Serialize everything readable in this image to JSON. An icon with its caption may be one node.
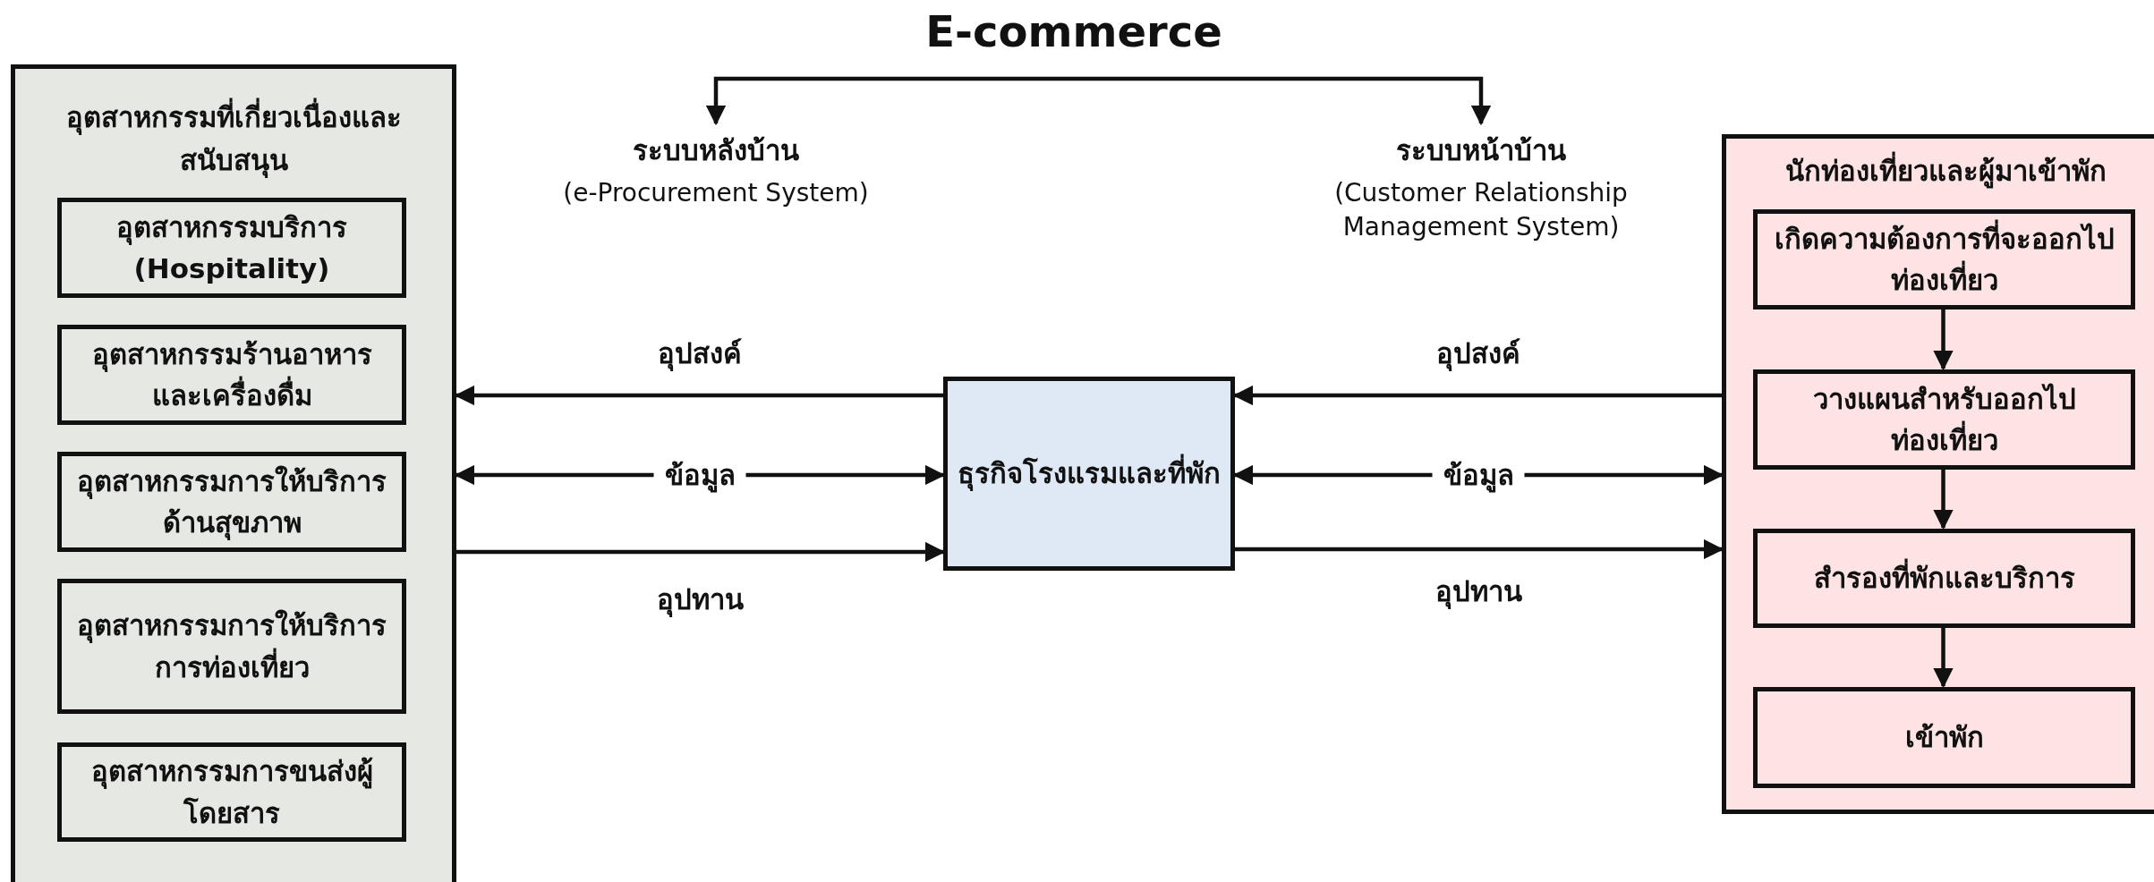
{
  "diagram": {
    "title": "E-commerce",
    "nodes": [
      {
        "text": [
          "อุตสาหกรรมที่เกี่ยวเนื่องและสนับสนุน"
        ]
      },
      {
        "text": [
          "อุตสาหกรรมบริการ (Hospitality)"
        ],
        "in": 0
      },
      {
        "text": [
          "อุตสาหกรรมร้านอาหารและเครื่องดื่ม"
        ],
        "in": 0
      },
      {
        "text": [
          "อุตสาหกรรมการให้บริการด้านสุขภาพ"
        ],
        "in": 0
      },
      {
        "text": [
          "อุตสาหกรรมการให้บริการการท่องเที่ยว"
        ],
        "in": 0
      },
      {
        "text": [
          "อุตสาหกรรมการขนส่งผู้โดยสาร"
        ],
        "in": 0
      },
      {
        "text": [
          "ระบบหลังบ้าน",
          "(e-Procurement System)"
        ]
      },
      {
        "text": [
          "ระบบหน้าบ้าน",
          "(Customer Relationship Management System)"
        ]
      },
      {
        "text": [
          "ธุรกิจโรงแรมและที่พัก"
        ]
      },
      {
        "text": [
          "นักท่องเที่ยวและผู้มาเข้าพัก"
        ]
      },
      {
        "text": [
          "เกิดความต้องการที่จะออกไปท่องเที่ยว"
        ],
        "in": 9
      },
      {
        "text": [
          "วางแผนสำหรับออกไปท่องเที่ยว"
        ],
        "in": 9
      },
      {
        "text": [
          "สำรองที่พักและบริการ"
        ],
        "in": 9
      },
      {
        "text": [
          "เข้าพัก"
        ],
        "in": 9
      }
    ],
    "edges": [
      {
        "from": 8,
        "to": 0,
        "arrow": "to",
        "label": "อุปสงค์"
      },
      {
        "from": 0,
        "to": 8,
        "arrow": "both",
        "label": "ข้อมูล"
      },
      {
        "from": 0,
        "to": 8,
        "arrow": "to",
        "label": "อุปทาน"
      },
      {
        "from": 9,
        "to": 8,
        "arrow": "to",
        "label": "อุปสงค์"
      },
      {
        "from": 8,
        "to": 9,
        "arrow": "both",
        "label": "ข้อมูล"
      },
      {
        "from": 8,
        "to": 9,
        "arrow": "to",
        "label": "อุปทาน"
      },
      {
        "from": 6,
        "to": 7,
        "arrow": "both"
      },
      {
        "from": 10,
        "to": 11,
        "arrow": "to"
      },
      {
        "from": 11,
        "to": 12,
        "arrow": "to"
      },
      {
        "from": 12,
        "to": 13,
        "arrow": "to"
      }
    ]
  }
}
